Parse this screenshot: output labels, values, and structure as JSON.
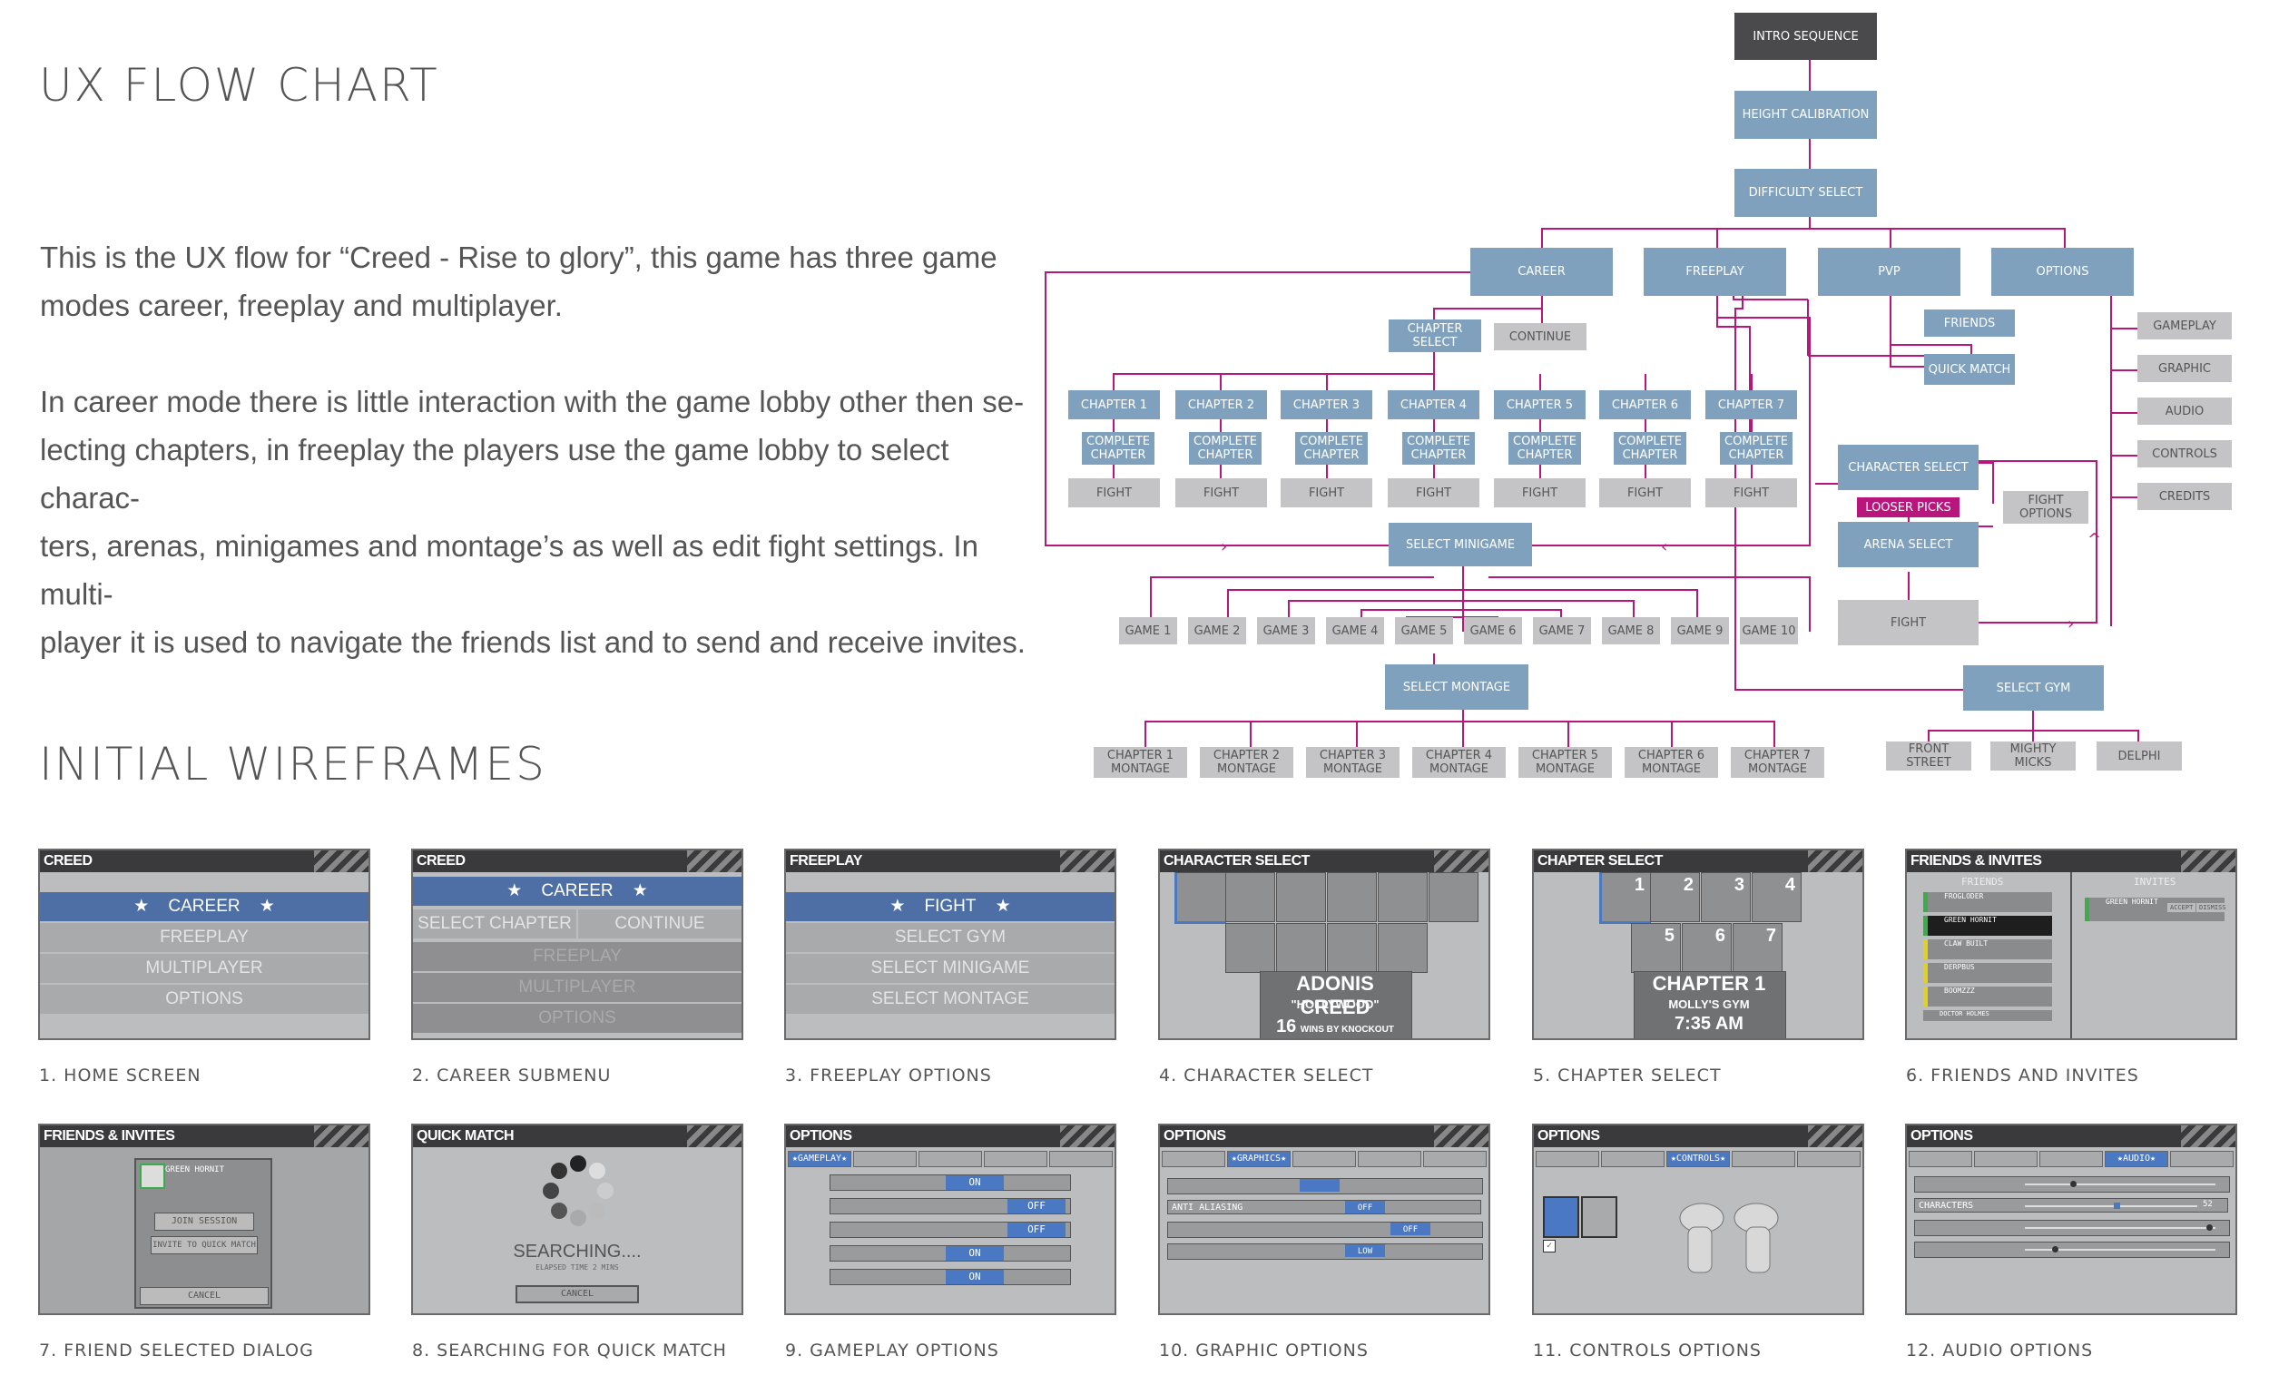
{
  "headings": {
    "flow_title": "UX FLOW CHART",
    "wire_title": "INITIAL WIREFRAMES"
  },
  "intro": {
    "p1_line1": "This is the UX flow for “Creed - Rise to glory”, this game has three game",
    "p1_line2": "modes career, freeplay and multiplayer.",
    "p2_line1": "In career mode there is little interaction with the game lobby other then se-",
    "p2_line2": "lecting chapters, in freeplay the players use the game lobby to select charac-",
    "p2_line3": "ters, arenas, minigames and montage’s as well as edit fight settings.  In multi-",
    "p2_line4": "player it is used to navigate the friends list and to send and receive invites."
  },
  "flow": {
    "intro_sequence": "INTRO SEQUENCE",
    "height_calibration": "HEIGHT CALIBRATION",
    "difficulty_select": "DIFFICULTY SELECT",
    "career": "CAREER",
    "freeplay": "FREEPLAY",
    "pvp": "PVP",
    "options": "OPTIONS",
    "chapter_select": "CHAPTER SELECT",
    "continue": "CONTINUE",
    "chapters": [
      "CHAPTER 1",
      "CHAPTER 2",
      "CHAPTER 3",
      "CHAPTER 4",
      "CHAPTER 5",
      "CHAPTER 6",
      "CHAPTER 7"
    ],
    "complete_chapter": "COMPLETE CHAPTER",
    "fight": "FIGHT",
    "friends": "FRIENDS",
    "quick_match": "QUICK MATCH",
    "character_select": "CHARACTER SELECT",
    "looser_picks": "LOOSER PICKS",
    "fight_options": "FIGHT OPTIONS",
    "arena_select": "ARENA SELECT",
    "option_items": [
      "GAMEPLAY",
      "GRAPHIC",
      "AUDIO",
      "CONTROLS",
      "CREDITS"
    ],
    "select_minigame": "SELECT MINIGAME",
    "games": [
      "GAME 1",
      "GAME 2",
      "GAME 3",
      "GAME 4",
      "GAME 5",
      "GAME 6",
      "GAME 7",
      "GAME 8",
      "GAME 9",
      "GAME 10"
    ],
    "select_montage": "SELECT MONTAGE",
    "montages": [
      "CHAPTER 1 MONTAGE",
      "CHAPTER 2 MONTAGE",
      "CHAPTER 3 MONTAGE",
      "CHAPTER 4 MONTAGE",
      "CHAPTER 5 MONTAGE",
      "CHAPTER 6 MONTAGE",
      "CHAPTER 7 MONTAGE"
    ],
    "select_gym": "SELECT GYM",
    "gyms": [
      "FRONT STREET",
      "MIGHTY MICKS",
      "DELPHI"
    ],
    "colors": {
      "blue": "#7fa1bd",
      "dark": "#4a4a4c",
      "grey": "#c4c4c6",
      "line": "#b8157d"
    }
  },
  "wireframes": {
    "w1": {
      "bar": "CREED",
      "rows": [
        "CAREER",
        "FREEPLAY",
        "MULTIPLAYER",
        "OPTIONS"
      ],
      "caption": "1. HOME SCREEN"
    },
    "w2": {
      "bar": "CREED",
      "title": "CAREER",
      "left": "SELECT CHAPTER",
      "right": "CONTINUE",
      "rows": [
        "FREEPLAY",
        "MULTIPLAYER",
        "OPTIONS"
      ],
      "caption": "2. CAREER SUBMENU"
    },
    "w3": {
      "bar": "FREEPLAY",
      "rows": [
        "FIGHT",
        "SELECT GYM",
        "SELECT MINIGAME",
        "SELECT MONTAGE"
      ],
      "caption": "3. FREEPLAY OPTIONS"
    },
    "w4": {
      "bar": "CHARACTER SELECT",
      "name": "ADONIS CREED",
      "nick": "\"HOLLYWOOD\"",
      "wins": "16",
      "wins_label": "WINS BY KNOCKOUT",
      "caption": "4. CHARACTER SELECT"
    },
    "w5": {
      "bar": "CHAPTER SELECT",
      "nums": [
        "1",
        "2",
        "3",
        "4",
        "5",
        "6",
        "7"
      ],
      "chapter": "CHAPTER 1",
      "gym": "MOLLY'S GYM",
      "time": "7:35 AM",
      "caption": "5. CHAPTER SELECT"
    },
    "w6": {
      "bar": "FRIENDS & INVITES",
      "friends": "FRIENDS",
      "invites": "INVITES",
      "friend1": "FROGLODER",
      "friend2": "GREEN HORNIT",
      "friend3": "CLAW BUILT",
      "friend4": "DERPBUS",
      "friend5": "BOOMZZZ",
      "friend6": "DOCTOR HOLMES",
      "invite1": "GREEN HORNIT",
      "accept": "ACCEPT",
      "dismiss": "DISMISS",
      "caption": "6. FRIENDS AND INVITES"
    },
    "w7": {
      "bar": "FRIENDS & INVITES",
      "name": "GREEN HORNIT",
      "join": "JOIN SESSION",
      "invite": "INVITE TO QUICK MATCH",
      "cancel": "CANCEL",
      "caption": "7. FRIEND SELECTED DIALOG"
    },
    "w8": {
      "bar": "QUICK MATCH",
      "status": "SEARCHING....",
      "elapsed": "ELAPSED TIME 2 MINS",
      "cancel": "CANCEL",
      "caption": "8. SEARCHING FOR QUICK MATCH"
    },
    "w9": {
      "bar": "OPTIONS",
      "tab": "GAMEPLAY",
      "on": "ON",
      "off": "OFF",
      "caption": "9. GAMEPLAY OPTIONS"
    },
    "w10": {
      "bar": "OPTIONS",
      "tab": "GRAPHICS",
      "aa": "ANTI ALIASING",
      "off": "OFF",
      "low": "LOW",
      "caption": "10. GRAPHIC OPTIONS"
    },
    "w11": {
      "bar": "OPTIONS",
      "tab": "CONTROLS",
      "caption": "11. CONTROLS OPTIONS"
    },
    "w12": {
      "bar": "OPTIONS",
      "tab": "AUDIO",
      "characters": "CHARACTERS",
      "val": "52",
      "caption": "12. AUDIO OPTIONS"
    }
  }
}
